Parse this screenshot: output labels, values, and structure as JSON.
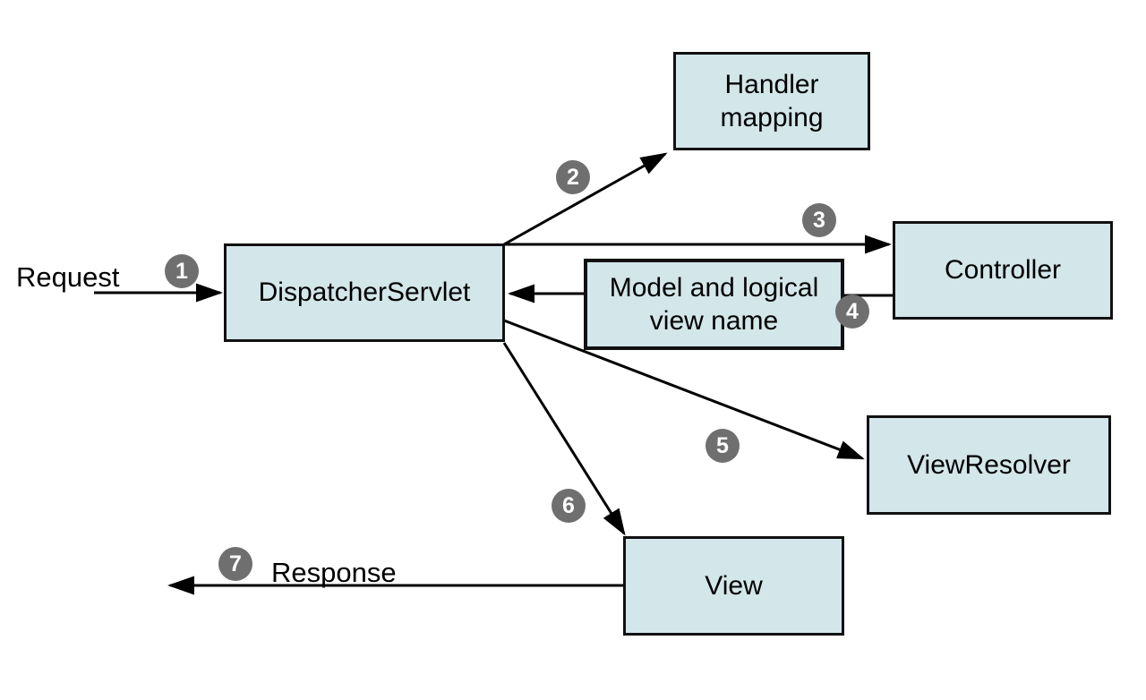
{
  "nodes": {
    "dispatcher_servlet": {
      "label": "DispatcherServlet"
    },
    "handler_mapping": {
      "label": "Handler mapping"
    },
    "controller": {
      "label": "Controller"
    },
    "model_and_view": {
      "label": "Model and logical view name"
    },
    "view_resolver": {
      "label": "ViewResolver"
    },
    "view": {
      "label": "View"
    }
  },
  "steps": [
    "1",
    "2",
    "3",
    "4",
    "5",
    "6",
    "7"
  ],
  "flow_labels": {
    "request": "Request",
    "response": "Response"
  },
  "colors": {
    "background": "#ffffff",
    "box_fill": "#d3e6ea",
    "box_border": "#111111",
    "arrow": "#000000",
    "step_circle": "#6f6f6f",
    "step_number": "#ffffff",
    "text": "#000000"
  }
}
